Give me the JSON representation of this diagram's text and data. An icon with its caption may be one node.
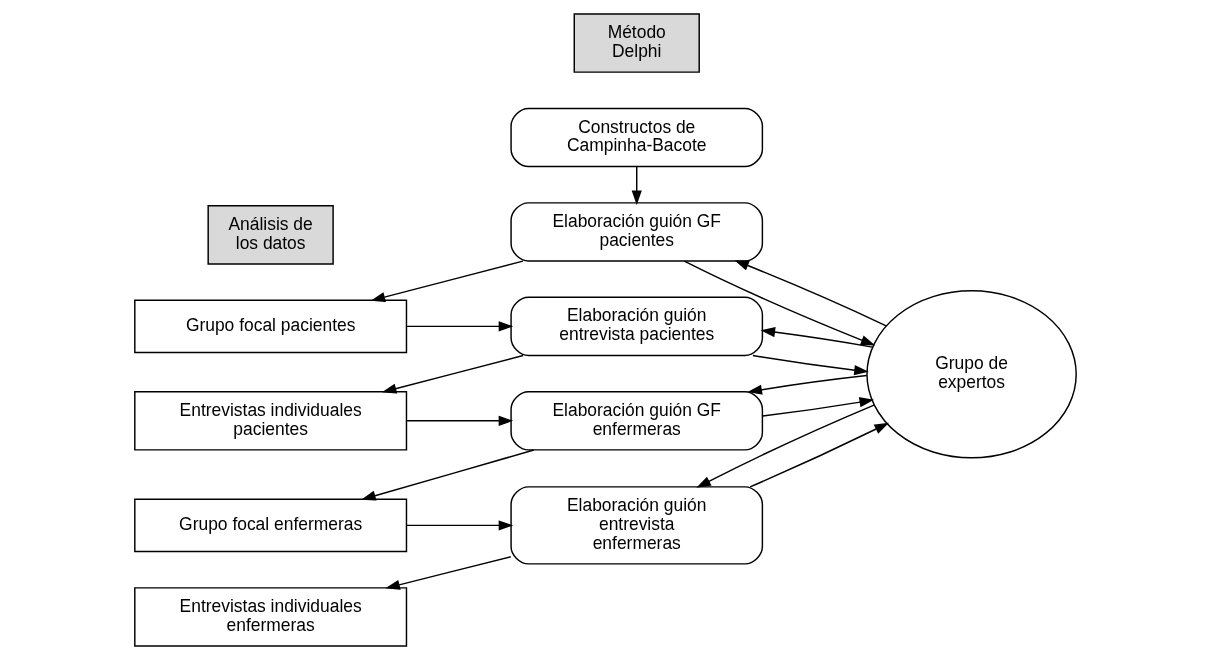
{
  "diagram": {
    "nodes": [
      {
        "text": [
          "Constructos de Campinha-Bacote"
        ]
      },
      {
        "text": [
          "Elaboración guión GF pacientes"
        ]
      },
      {
        "text": [
          "Grupo focal pacientes"
        ]
      },
      {
        "text": [
          "Elaboración guión entrevista pacientes"
        ]
      },
      {
        "text": [
          "Entrevistas individuales pacientes"
        ]
      },
      {
        "text": [
          "Elaboración guión GF enfermeras"
        ]
      },
      {
        "text": [
          "Grupo focal enfermeras"
        ]
      },
      {
        "text": [
          "Elaboración guión entrevista enfermeras"
        ]
      },
      {
        "text": [
          "Entrevistas individuales enfermeras"
        ]
      },
      {
        "text": [
          "Grupo de expertos"
        ]
      },
      {
        "text": [
          "Análisis de los datos"
        ]
      },
      {
        "text": [
          "Método Delphi"
        ]
      }
    ],
    "edges": [
      {
        "from": 0,
        "to": 1,
        "arrow": "to"
      },
      {
        "from": 1,
        "to": 2,
        "arrow": "to"
      },
      {
        "from": 2,
        "to": 3,
        "arrow": "to"
      },
      {
        "from": 3,
        "to": 4,
        "arrow": "to"
      },
      {
        "from": 4,
        "to": 5,
        "arrow": "to"
      },
      {
        "from": 5,
        "to": 6,
        "arrow": "to"
      },
      {
        "from": 6,
        "to": 7,
        "arrow": "to"
      },
      {
        "from": 7,
        "to": 8,
        "arrow": "to"
      },
      {
        "from": 1,
        "to": 9,
        "arrow": "to"
      },
      {
        "from": 9,
        "to": 1,
        "arrow": "to"
      },
      {
        "from": 3,
        "to": 9,
        "arrow": "to"
      },
      {
        "from": 9,
        "to": 3,
        "arrow": "to"
      },
      {
        "from": 5,
        "to": 9,
        "arrow": "to"
      },
      {
        "from": 9,
        "to": 5,
        "arrow": "to"
      },
      {
        "from": 7,
        "to": 9,
        "arrow": "to"
      },
      {
        "from": 9,
        "to": 7,
        "arrow": "to"
      }
    ]
  }
}
